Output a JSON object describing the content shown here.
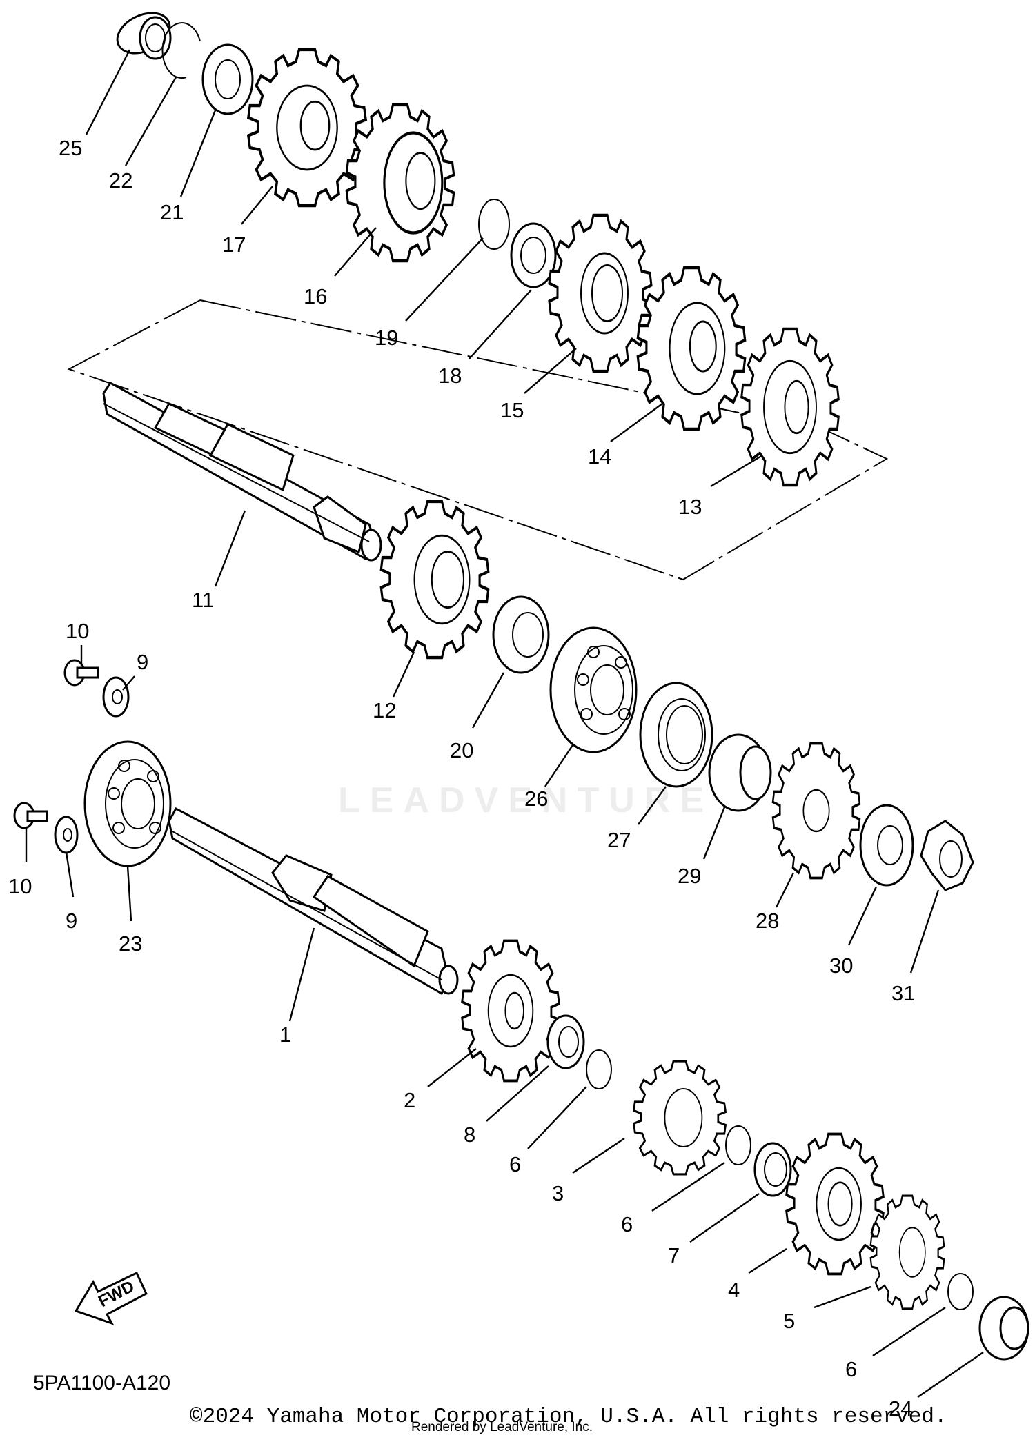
{
  "diagram_id": "5PA1100-A120",
  "copyright": "©2024 Yamaha Motor Corporation, U.S.A. All rights reserved.",
  "rendered_by": "Rendered by LeadVenture, Inc.",
  "watermark": "LEADVENTURE",
  "fwd_label": "FWD",
  "callouts": [
    "25",
    "22",
    "21",
    "17",
    "16",
    "19",
    "18",
    "15",
    "14",
    "13",
    "11",
    "12",
    "20",
    "26",
    "27",
    "29",
    "28",
    "30",
    "31",
    "10",
    "9",
    "10",
    "9",
    "23",
    "1",
    "2",
    "8",
    "6",
    "3",
    "6",
    "7",
    "4",
    "5",
    "6",
    "24"
  ]
}
